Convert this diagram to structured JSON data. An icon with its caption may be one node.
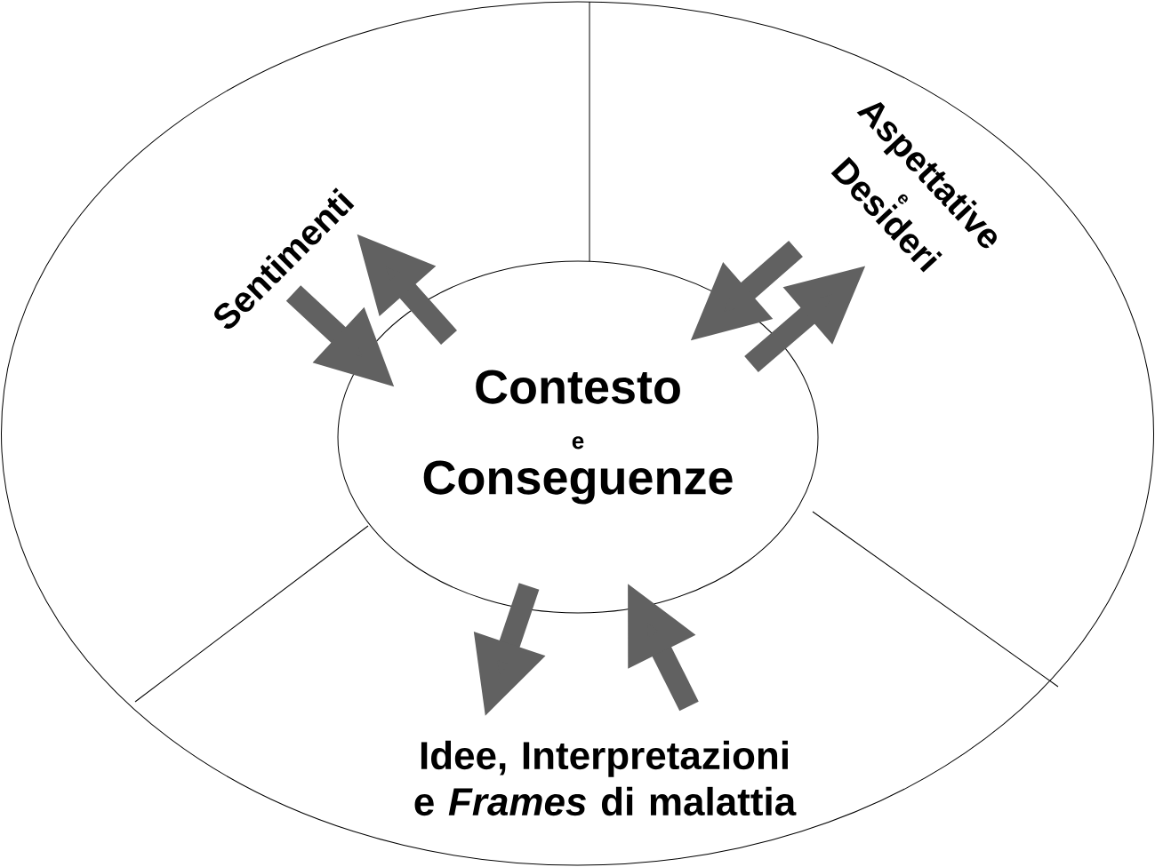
{
  "diagram": {
    "nodes": [
      {
        "text": [
          "Contesto",
          "e",
          "Conseguenze"
        ]
      },
      {
        "text": [
          "Sentimenti"
        ]
      },
      {
        "text": [
          "Aspettative",
          "e",
          "Desideri"
        ]
      },
      {
        "text": [
          "Idee, Interpretazioni e *Frames* di malattia"
        ]
      }
    ],
    "edges": [
      {
        "from": 1,
        "to": 0,
        "arrow": "to"
      },
      {
        "from": 0,
        "to": 1,
        "arrow": "to"
      },
      {
        "from": 2,
        "to": 0,
        "arrow": "to"
      },
      {
        "from": 0,
        "to": 2,
        "arrow": "to"
      },
      {
        "from": 0,
        "to": 3,
        "arrow": "to"
      },
      {
        "from": 3,
        "to": 0,
        "arrow": "to"
      }
    ]
  }
}
